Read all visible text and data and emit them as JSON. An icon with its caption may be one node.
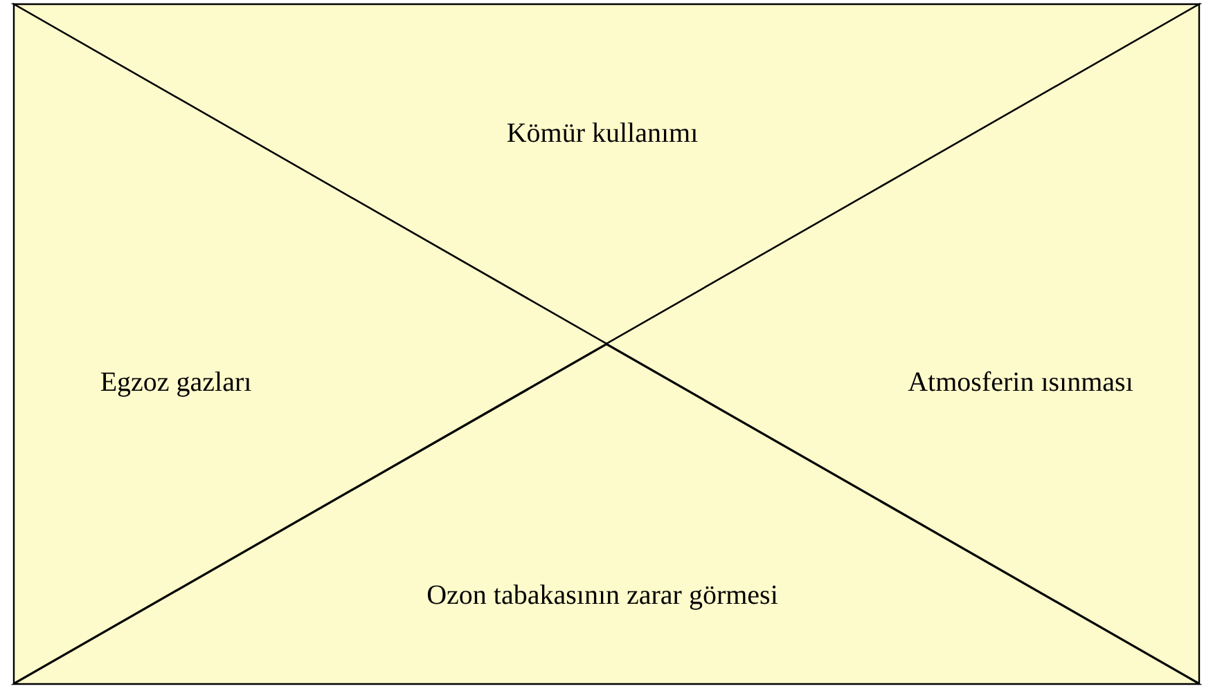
{
  "diagram": {
    "nodes": [
      {
        "text": [
          "Kömür kullanımı"
        ]
      },
      {
        "text": [
          "Egzoz gazları"
        ]
      },
      {
        "text": [
          "Atmosferin ısınması"
        ]
      },
      {
        "text": [
          "Ozon tabakasının zarar görmesi"
        ]
      }
    ]
  }
}
